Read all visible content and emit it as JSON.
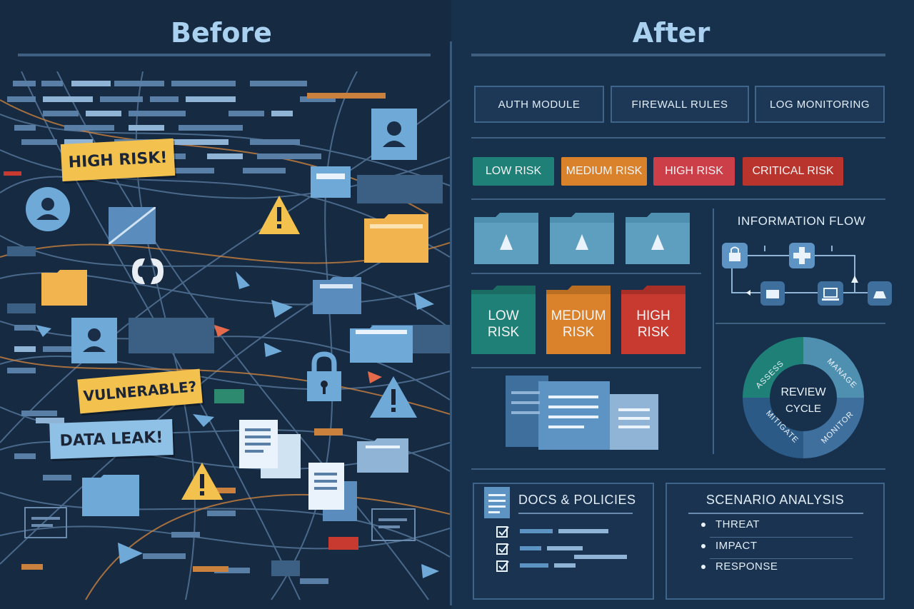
{
  "before_title": "Before",
  "after_title": "After",
  "before": {
    "labels": {
      "high_risk": "HIGH RISK!",
      "vulnerable": "VULNERABLE?",
      "data_leak": "DATA LEAK!"
    }
  },
  "after": {
    "modules": [
      "AUTH MODULE",
      "FIREWALL RULES",
      "LOG MONITORING"
    ],
    "risk_badges": [
      {
        "label": "LOW RISK",
        "color": "#1e8076"
      },
      {
        "label": "MEDIUM RISK",
        "color": "#d9822b"
      },
      {
        "label": "HIGH RISK",
        "color": "#cc3f49"
      },
      {
        "label": "CRITICAL RISK",
        "color": "#b8342c"
      }
    ],
    "risk_folders": [
      {
        "line1": "LOW",
        "line2": "RISK",
        "color": "#1e8076"
      },
      {
        "line1": "MEDIUM",
        "line2": "RISK",
        "color": "#d9822b"
      },
      {
        "line1": "HIGH",
        "line2": "RISK",
        "color": "#c8392f"
      }
    ],
    "information_flow_title": "INFORMATION FLOW",
    "review_cycle": {
      "center_line1": "REVIEW",
      "center_line2": "CYCLE",
      "segments": [
        "ASSESS",
        "MANAGE",
        "MONITOR",
        "MITIGATE"
      ]
    },
    "docs_policies_title": "DOCS & POLICIES",
    "scenario_analysis": {
      "title": "SCENARIO ANALYSIS",
      "items": [
        "THREAT",
        "IMPACT",
        "RESPONSE"
      ]
    }
  },
  "colors": {
    "accent_blue": "#6ea9d8",
    "warning_yellow": "#f2c14e",
    "background": "#14263d"
  }
}
